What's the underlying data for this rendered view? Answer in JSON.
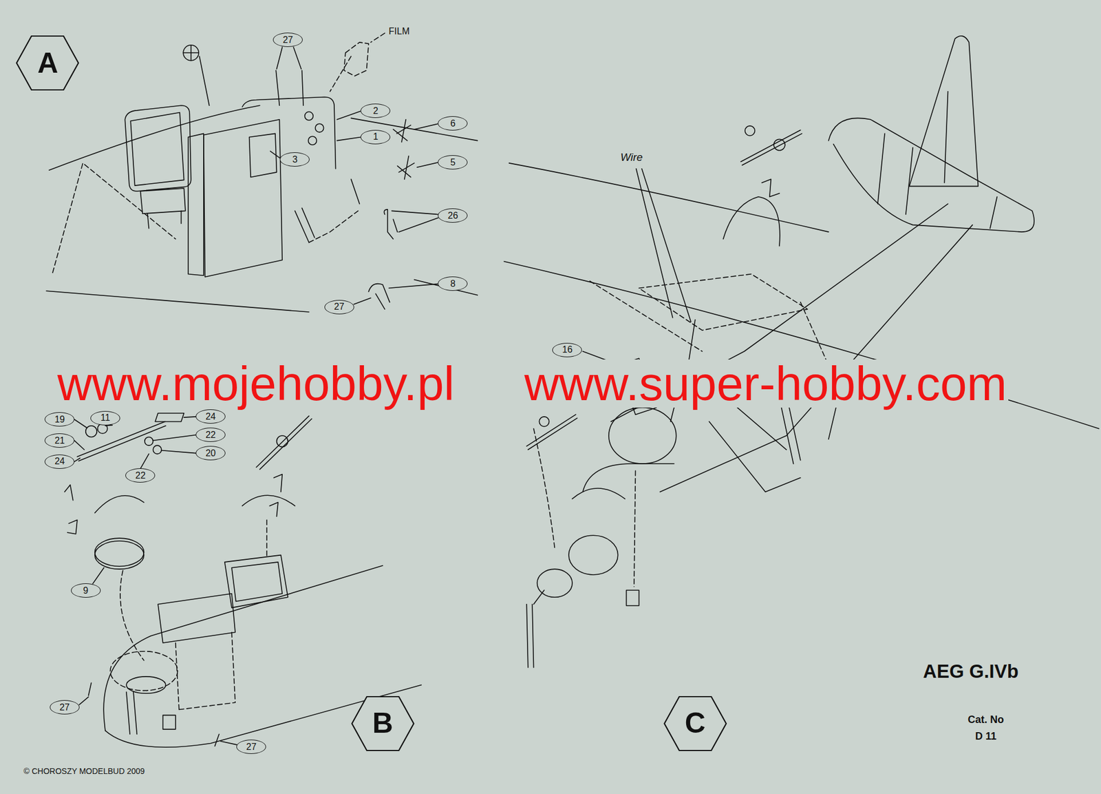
{
  "diagram": {
    "nodes": [
      {
        "text": [
          "A"
        ]
      },
      {
        "text": [
          "27"
        ]
      },
      {
        "text": [
          "2"
        ]
      },
      {
        "text": [
          "1"
        ]
      },
      {
        "text": [
          "3"
        ]
      },
      {
        "text": [
          "6"
        ]
      },
      {
        "text": [
          "5"
        ]
      },
      {
        "text": [
          "26"
        ]
      },
      {
        "text": [
          "8"
        ]
      },
      {
        "text": [
          "27"
        ]
      },
      {
        "text": [
          "16"
        ]
      },
      {
        "text": [
          "19"
        ]
      },
      {
        "text": [
          "11"
        ]
      },
      {
        "text": [
          "24"
        ]
      },
      {
        "text": [
          "22"
        ]
      },
      {
        "text": [
          "21"
        ]
      },
      {
        "text": [
          "20"
        ]
      },
      {
        "text": [
          "24"
        ]
      },
      {
        "text": [
          "22"
        ]
      },
      {
        "text": [
          "9"
        ]
      },
      {
        "text": [
          "27"
        ]
      },
      {
        "text": [
          "27"
        ]
      },
      {
        "text": [
          "B"
        ]
      },
      {
        "text": [
          "C"
        ]
      }
    ],
    "labels": [
      "FILM",
      "Wire",
      "www.mojehobby.pl",
      "www.super-hobby.com",
      "AEG G.IVb",
      "Cat. No",
      "D 11",
      "© CHOROSZY MODELBUD 2009"
    ]
  }
}
